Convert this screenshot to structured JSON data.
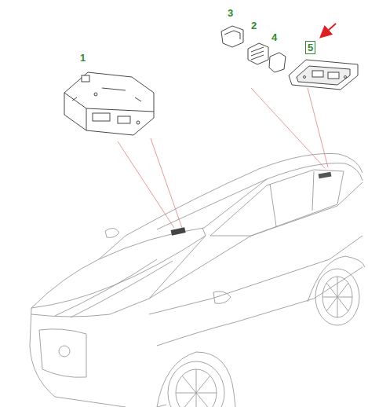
{
  "diagram": {
    "nodes": [
      {
        "text": [
          "5"
        ]
      }
    ],
    "labels": [
      "1",
      "2",
      "3",
      "4"
    ]
  }
}
